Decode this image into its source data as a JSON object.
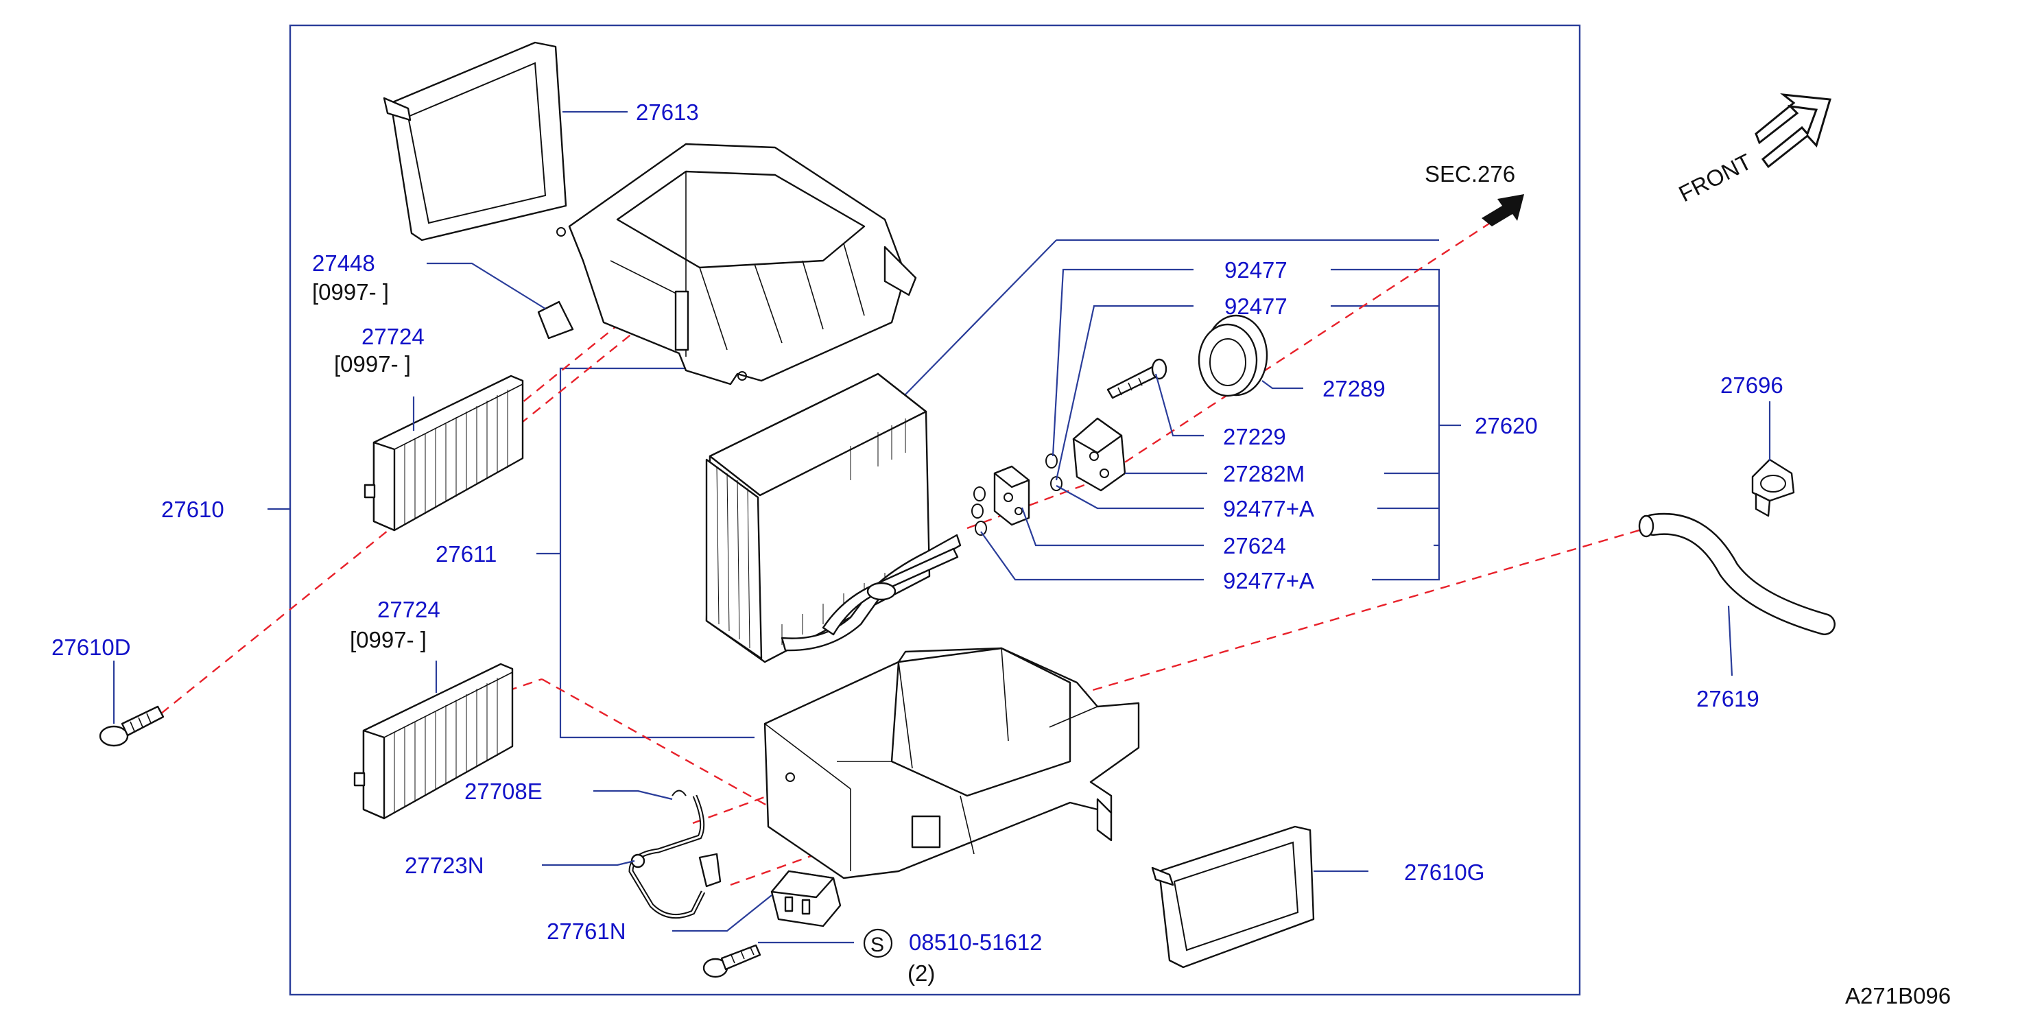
{
  "colors": {
    "part_number": "#1212c8",
    "leader_line": "#2a3d9a",
    "dashed_reference_line": "#e8212a",
    "drawing": "#111111"
  },
  "labels": {
    "p27613": "27613",
    "p27448": "27448",
    "p27448_date": "[0997-    ]",
    "p27724_upper": "27724",
    "p27724_upper_date": "[0997-    ]",
    "p27610": "27610",
    "p27611": "27611",
    "p27724_lower": "27724",
    "p27724_lower_date": "[0997-    ]",
    "p27610D": "27610D",
    "p27708E": "27708E",
    "p27723N": "27723N",
    "p27761N": "27761N",
    "s_mark": "S",
    "p08510": "08510-51612",
    "p08510_qty": "(2)",
    "p27610G": "27610G",
    "sec276": "SEC.276",
    "front": "FRONT",
    "p92477_a": "92477",
    "p92477_b": "92477",
    "p27289": "27289",
    "p27229": "27229",
    "p27282M": "27282M",
    "p92477A_a": "92477+A",
    "p27624": "27624",
    "p92477A_b": "92477+A",
    "p27620": "27620",
    "p27696": "27696",
    "p27619": "27619",
    "diagram_id": "A271B096"
  }
}
